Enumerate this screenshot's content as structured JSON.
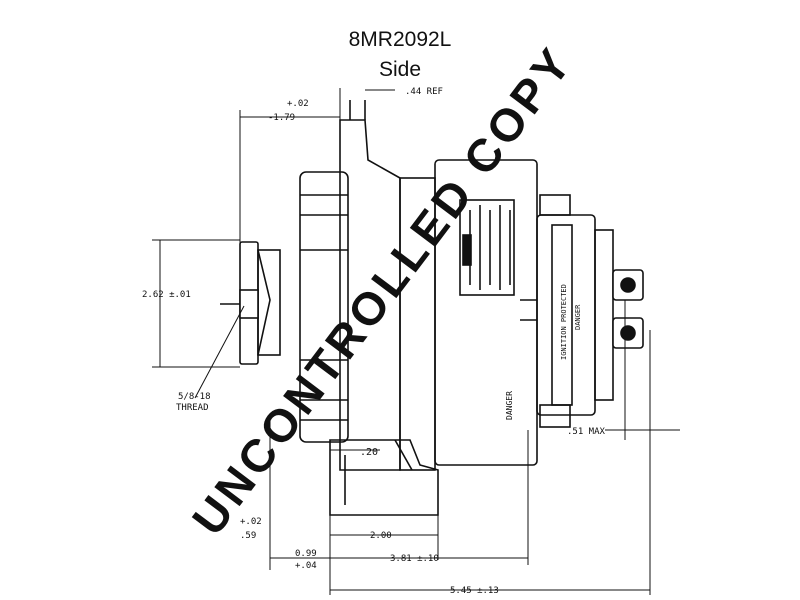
{
  "header": {
    "part_number": "8MR2092L",
    "view": "Side"
  },
  "dimensions": {
    "ref_top": "+.02",
    "overall_front": "-1.79",
    "ref_44": ".44 REF",
    "height": "2.62 ±.01",
    "thread_line1": "5/8-18",
    "thread_line2": "THREAD",
    "d_20": ".20",
    "d_51_max": ".51 MAX",
    "d_02": "+.02",
    "d_59": ".59",
    "d_200": "2.00",
    "d_099": "0.99",
    "d_004": "+.04",
    "d_381": "3.81 ±.10",
    "d_545": "5.45 ±.13"
  },
  "labels": {
    "danger_block": "DANGER",
    "ignition": "IGNITION PROTECTED",
    "danger_bottom": "DANGER"
  },
  "watermark": {
    "text": "UNCONTROLLED COPY",
    "color": "#d9d9d9"
  },
  "colors": {
    "ink": "#111111",
    "paper": "#ffffff"
  }
}
